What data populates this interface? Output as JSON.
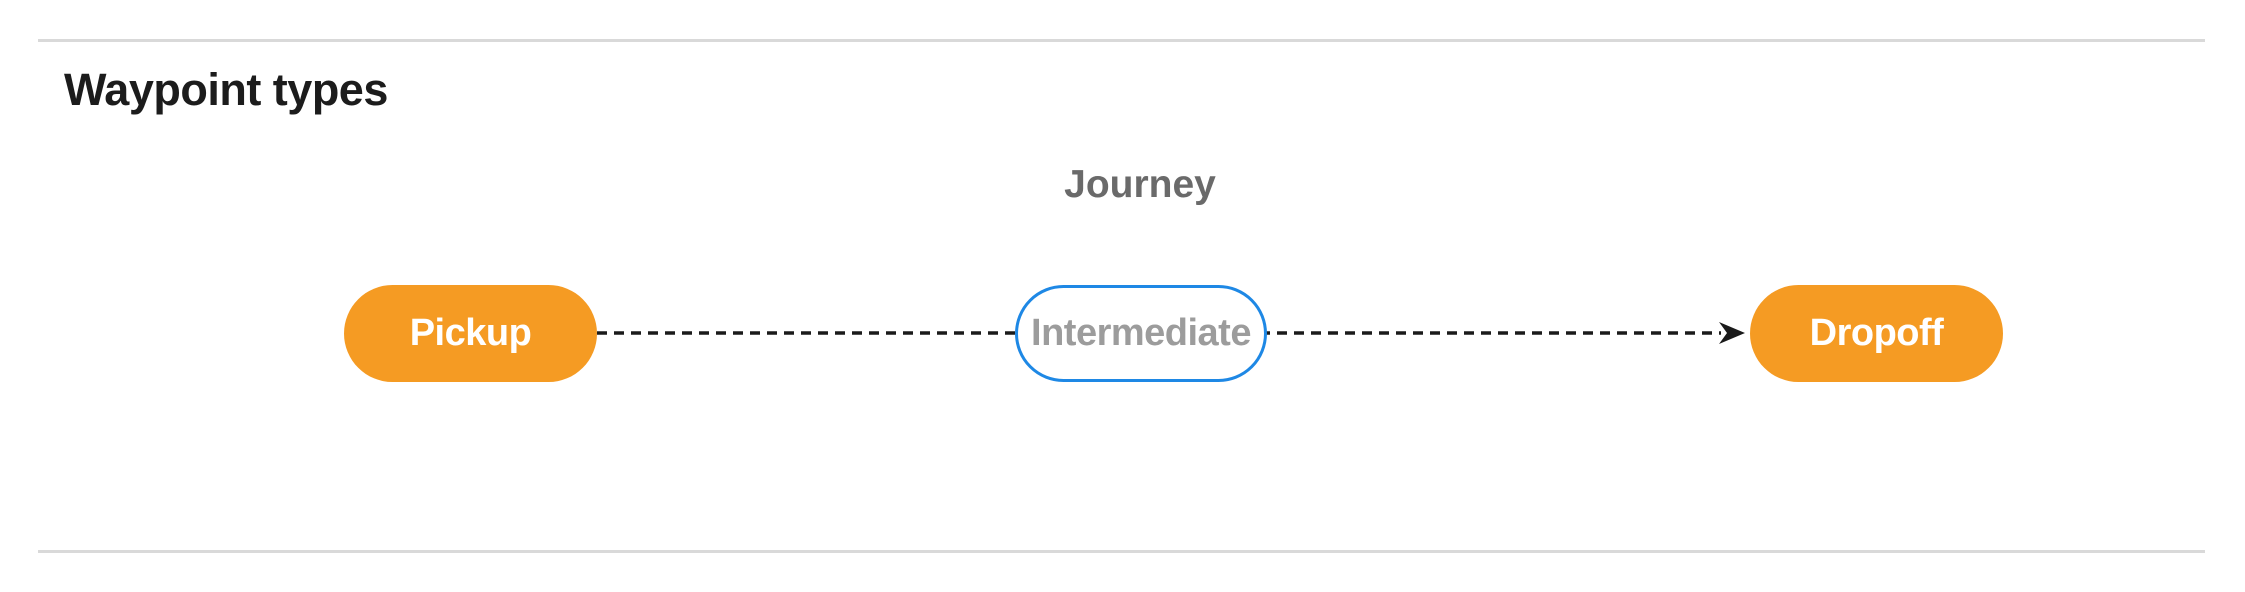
{
  "section": {
    "heading": "Waypoint types"
  },
  "diagram": {
    "title": "Journey",
    "nodes": [
      {
        "id": "pickup",
        "label": "Pickup",
        "shape": "pill",
        "fill": "#F59B23",
        "text_color": "#FFFFFF"
      },
      {
        "id": "intermediate",
        "label": "Intermediate",
        "shape": "pill",
        "fill": "#FFFFFF",
        "border_color": "#1E88E5",
        "text_color": "#9C9C9C"
      },
      {
        "id": "dropoff",
        "label": "Dropoff",
        "shape": "pill",
        "fill": "#F59B23",
        "text_color": "#FFFFFF"
      }
    ],
    "edges": [
      {
        "from": "pickup",
        "to": "intermediate",
        "style": "dashed",
        "arrowhead": false
      },
      {
        "from": "intermediate",
        "to": "dropoff",
        "style": "dashed",
        "arrowhead": true
      }
    ],
    "edge_color": "#1A1A1A"
  },
  "colors": {
    "background": "#FFFFFF",
    "divider": "#D9D9D9",
    "heading_text": "#1C1C1C",
    "diagram_title_text": "#6A6A6A"
  }
}
